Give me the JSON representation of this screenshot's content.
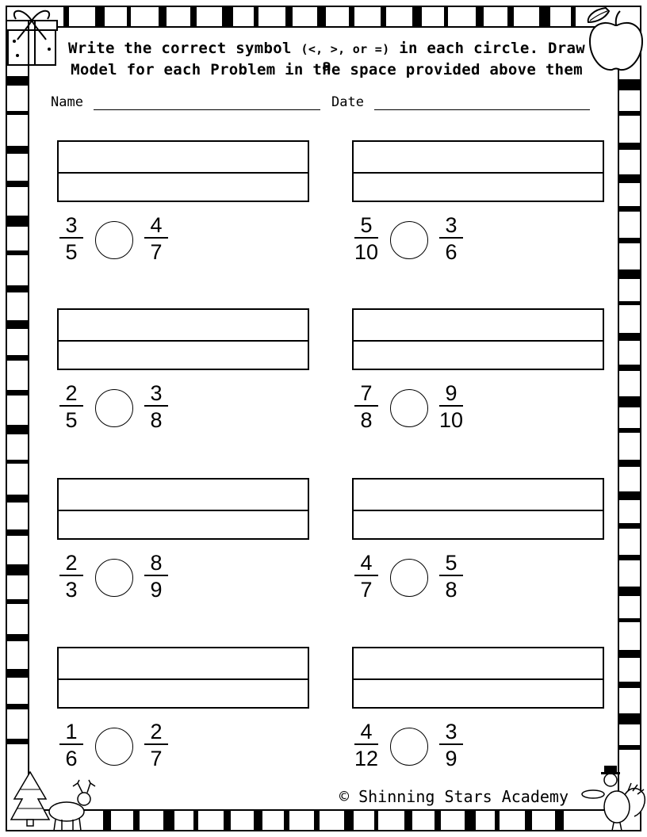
{
  "header": {
    "line1_a": "Write the correct symbol",
    "line1_symbols": "(<, >, or =)",
    "line1_b": "in each circle. Draw a",
    "line2": "Model for each Problem in the space provided above them"
  },
  "fields": {
    "name_label": "Name",
    "date_label": "Date"
  },
  "problems": [
    {
      "left": {
        "num": "3",
        "den": "5"
      },
      "right": {
        "num": "4",
        "den": "7"
      }
    },
    {
      "left": {
        "num": "5",
        "den": "10"
      },
      "right": {
        "num": "3",
        "den": "6"
      }
    },
    {
      "left": {
        "num": "2",
        "den": "5"
      },
      "right": {
        "num": "3",
        "den": "8"
      }
    },
    {
      "left": {
        "num": "7",
        "den": "8"
      },
      "right": {
        "num": "9",
        "den": "10"
      }
    },
    {
      "left": {
        "num": "2",
        "den": "3"
      },
      "right": {
        "num": "8",
        "den": "9"
      }
    },
    {
      "left": {
        "num": "4",
        "den": "7"
      },
      "right": {
        "num": "5",
        "den": "8"
      }
    },
    {
      "left": {
        "num": "1",
        "den": "6"
      },
      "right": {
        "num": "2",
        "den": "7"
      }
    },
    {
      "left": {
        "num": "4",
        "den": "12"
      },
      "right": {
        "num": "3",
        "den": "9"
      }
    }
  ],
  "footer": {
    "copyright": "© Shinning Stars Academy"
  },
  "decorations": [
    "gift-icon",
    "apple-icon",
    "winter-tree-icon",
    "reindeer-icon",
    "turkey-icon"
  ]
}
